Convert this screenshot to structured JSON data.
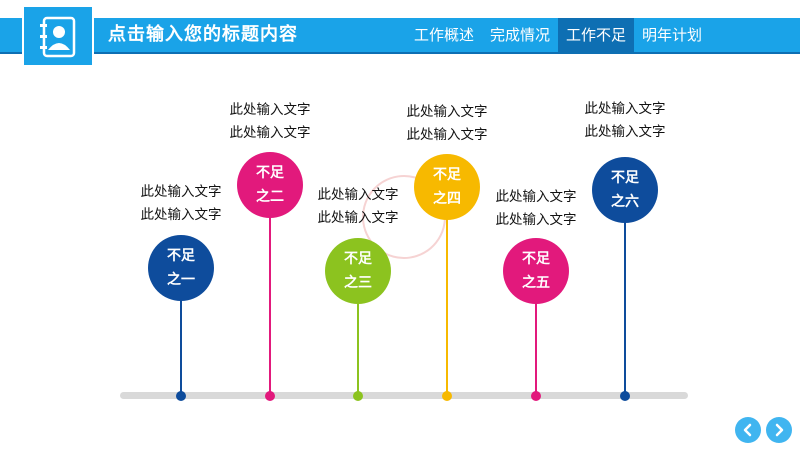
{
  "header": {
    "title": "点击输入您的标题内容",
    "nav": [
      "工作概述",
      "完成情况",
      "工作不足",
      "明年计划"
    ],
    "active_index": 2,
    "logo_icon": "contact-book-icon"
  },
  "colors": {
    "header": "#1aa3e8",
    "header_active": "#0e6fb3",
    "navy": "#0e4c9c",
    "magenta": "#e2197c",
    "green": "#8cc31f",
    "yellow": "#f7b900"
  },
  "items": [
    {
      "line1": "不足",
      "line2": "之一",
      "caption1": "此处输入文字",
      "caption2": "此处输入文字"
    },
    {
      "line1": "不足",
      "line2": "之二",
      "caption1": "此处输入文字",
      "caption2": "此处输入文字"
    },
    {
      "line1": "不足",
      "line2": "之三",
      "caption1": "此处输入文字",
      "caption2": "此处输入文字"
    },
    {
      "line1": "不足",
      "line2": "之四",
      "caption1": "此处输入文字",
      "caption2": "此处输入文字"
    },
    {
      "line1": "不足",
      "line2": "之五",
      "caption1": "此处输入文字",
      "caption2": "此处输入文字"
    },
    {
      "line1": "不足",
      "line2": "之六",
      "caption1": "此处输入文字",
      "caption2": "此处输入文字"
    }
  ],
  "controls": {
    "prev_icon": "chevron-left-icon",
    "next_icon": "chevron-right-icon"
  }
}
